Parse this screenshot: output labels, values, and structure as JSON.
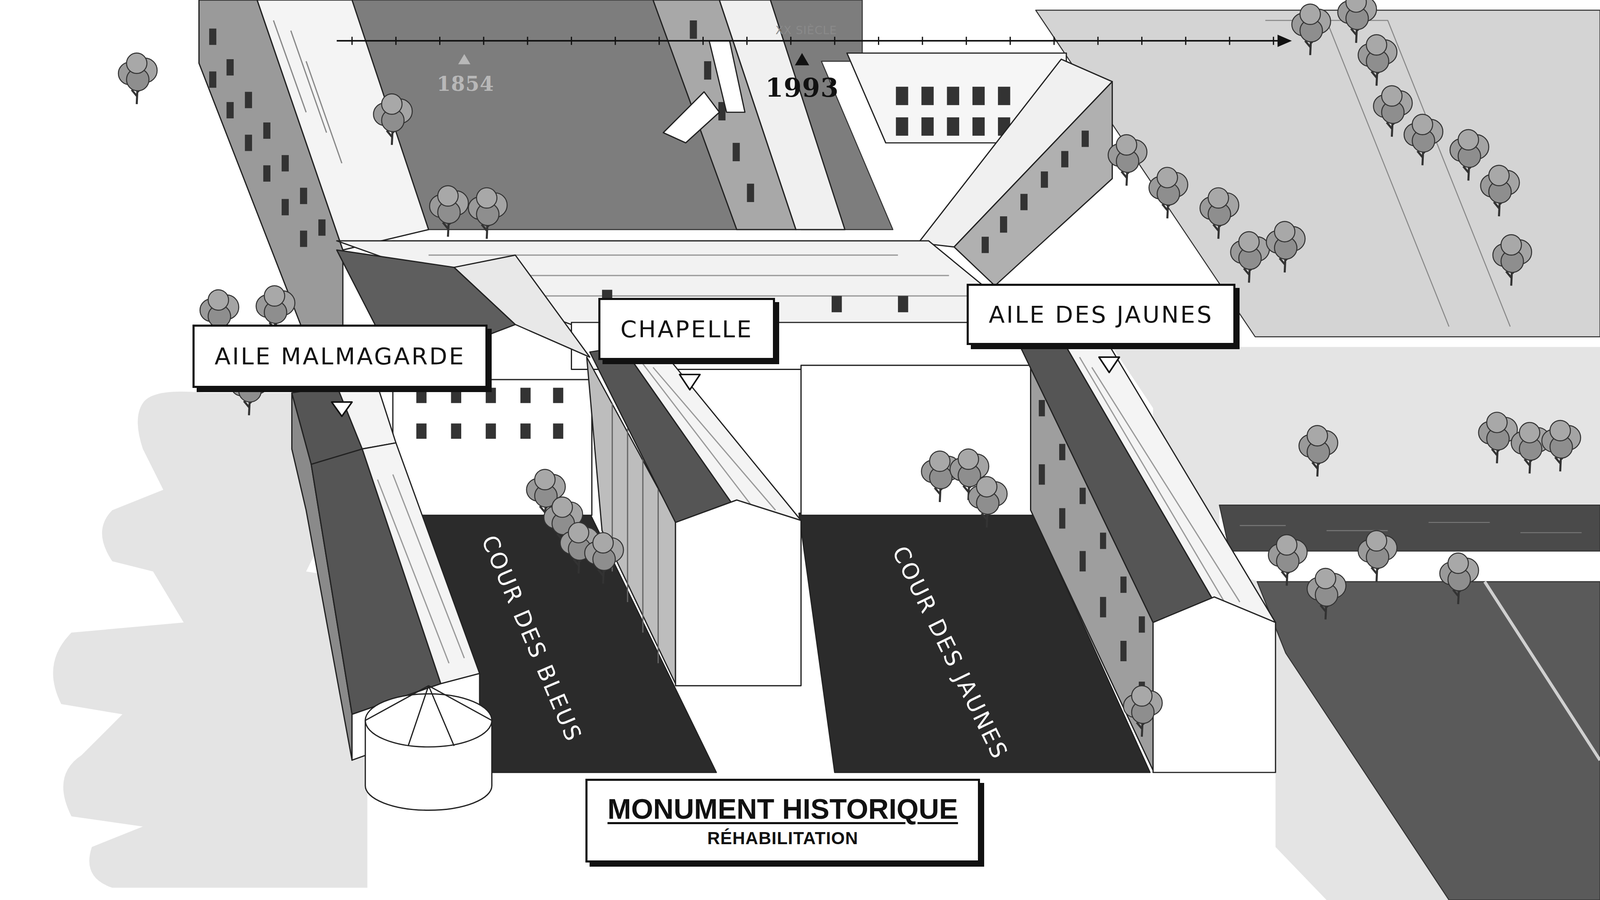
{
  "diagram": {
    "nodes": [
      {
        "text": [
          "AILE MALMAGARDE"
        ]
      },
      {
        "text": [
          "CHAPELLE"
        ]
      },
      {
        "text": [
          "AILE DES JAUNES"
        ]
      },
      {
        "text": [
          "MONUMENT HISTORIQUE",
          "RÉHABILITATION"
        ]
      }
    ],
    "labels": [
      "1854",
      "XX SIÈCLE",
      "1993",
      "COUR DES BLEUS",
      "COUR DES JAUNES"
    ]
  }
}
